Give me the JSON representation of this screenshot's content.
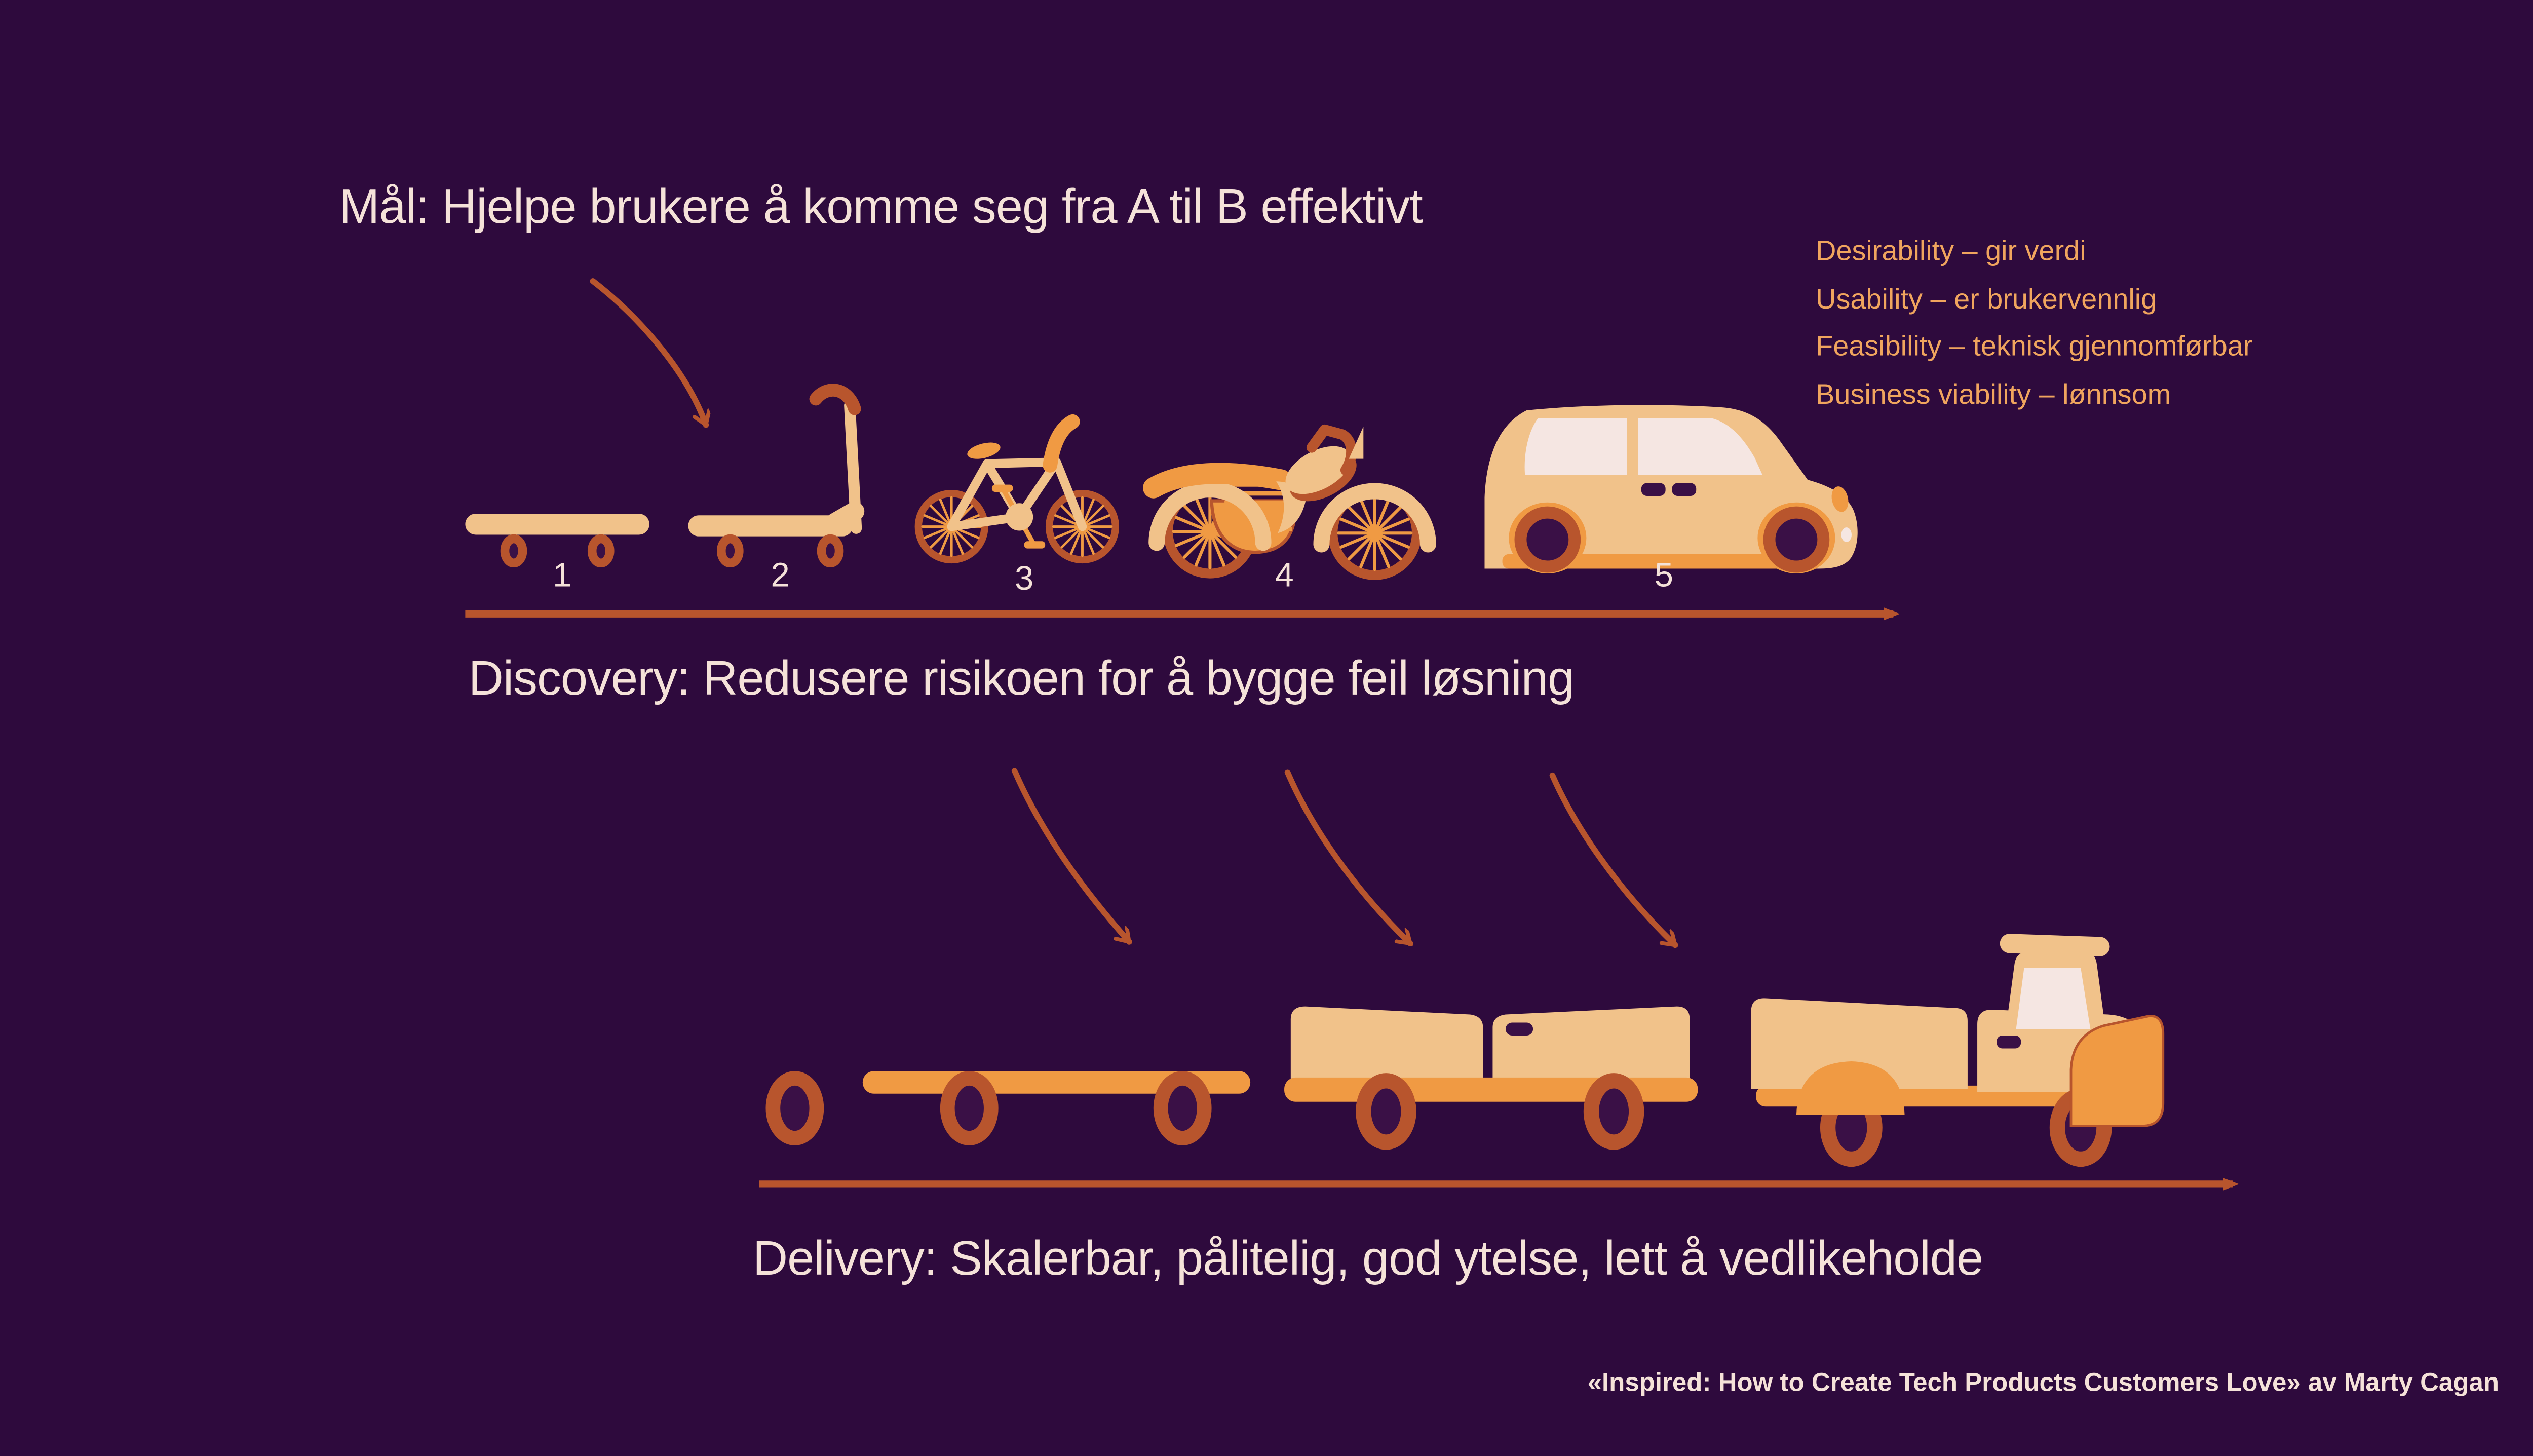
{
  "colors": {
    "background": "#2e0a3d",
    "cream_text": "#f5e2d9",
    "vehicle_body": "#f1c28a",
    "accent_orange": "#f09a43",
    "orange_text": "#f0a55e",
    "rust": "#b8552d",
    "wheel_center": "#3a1046",
    "window": "#f5e6e2"
  },
  "header": {
    "goal_title": "Mål: Hjelpe brukere å komme seg fra A til B effektivt"
  },
  "criteria": {
    "items": [
      "Desirability – gir verdi",
      "Usability – er brukervennlig",
      "Feasibility – teknisk gjennomførbar",
      "Business viability – lønnsom"
    ]
  },
  "discovery": {
    "caption": "Discovery: Redusere risikoen for å bygge feil løsning",
    "steps": [
      {
        "number": "1",
        "vehicle": "skateboard"
      },
      {
        "number": "2",
        "vehicle": "scooter"
      },
      {
        "number": "3",
        "vehicle": "bicycle"
      },
      {
        "number": "4",
        "vehicle": "motorcycle"
      },
      {
        "number": "5",
        "vehicle": "car"
      }
    ]
  },
  "delivery": {
    "caption": "Delivery: Skalerbar, pålitelig, god ytelse, lett å vedlikeholde",
    "stages": [
      "wheel",
      "chassis-with-wheels",
      "wagon-box",
      "pickup-truck"
    ]
  },
  "attribution": "«Inspired: How to Create Tech Products Customers Love» av Marty Cagan"
}
